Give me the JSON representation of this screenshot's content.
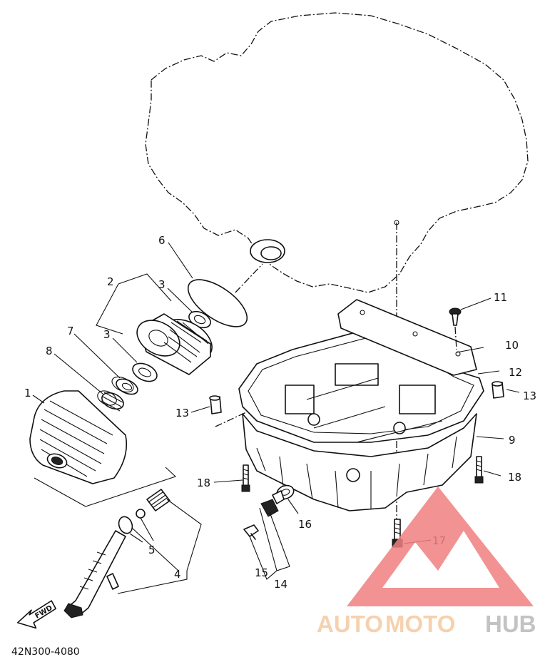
{
  "diagram": {
    "code": "42N300-4080",
    "fwd_label": "FWD",
    "callouts": [
      {
        "id": "c1",
        "label": "1"
      },
      {
        "id": "c2",
        "label": "2"
      },
      {
        "id": "c3a",
        "label": "3"
      },
      {
        "id": "c3b",
        "label": "3"
      },
      {
        "id": "c4",
        "label": "4"
      },
      {
        "id": "c5",
        "label": "5"
      },
      {
        "id": "c6",
        "label": "6"
      },
      {
        "id": "c7",
        "label": "7"
      },
      {
        "id": "c8",
        "label": "8"
      },
      {
        "id": "c9",
        "label": "9"
      },
      {
        "id": "c10",
        "label": "10"
      },
      {
        "id": "c11",
        "label": "11"
      },
      {
        "id": "c12",
        "label": "12"
      },
      {
        "id": "c13a",
        "label": "13"
      },
      {
        "id": "c13b",
        "label": "13"
      },
      {
        "id": "c14",
        "label": "14"
      },
      {
        "id": "c15",
        "label": "15"
      },
      {
        "id": "c16",
        "label": "16"
      },
      {
        "id": "c17",
        "label": "17"
      },
      {
        "id": "c18a",
        "label": "18"
      },
      {
        "id": "c18b",
        "label": "18"
      }
    ]
  },
  "watermark": {
    "auto": "AUTO",
    "moto": "MOTO",
    "hub": "HUB",
    "colors": {
      "triangle": "#f07f7f",
      "auto_text": "#f5c9a0",
      "hub_text": "#b9b9b9"
    }
  }
}
